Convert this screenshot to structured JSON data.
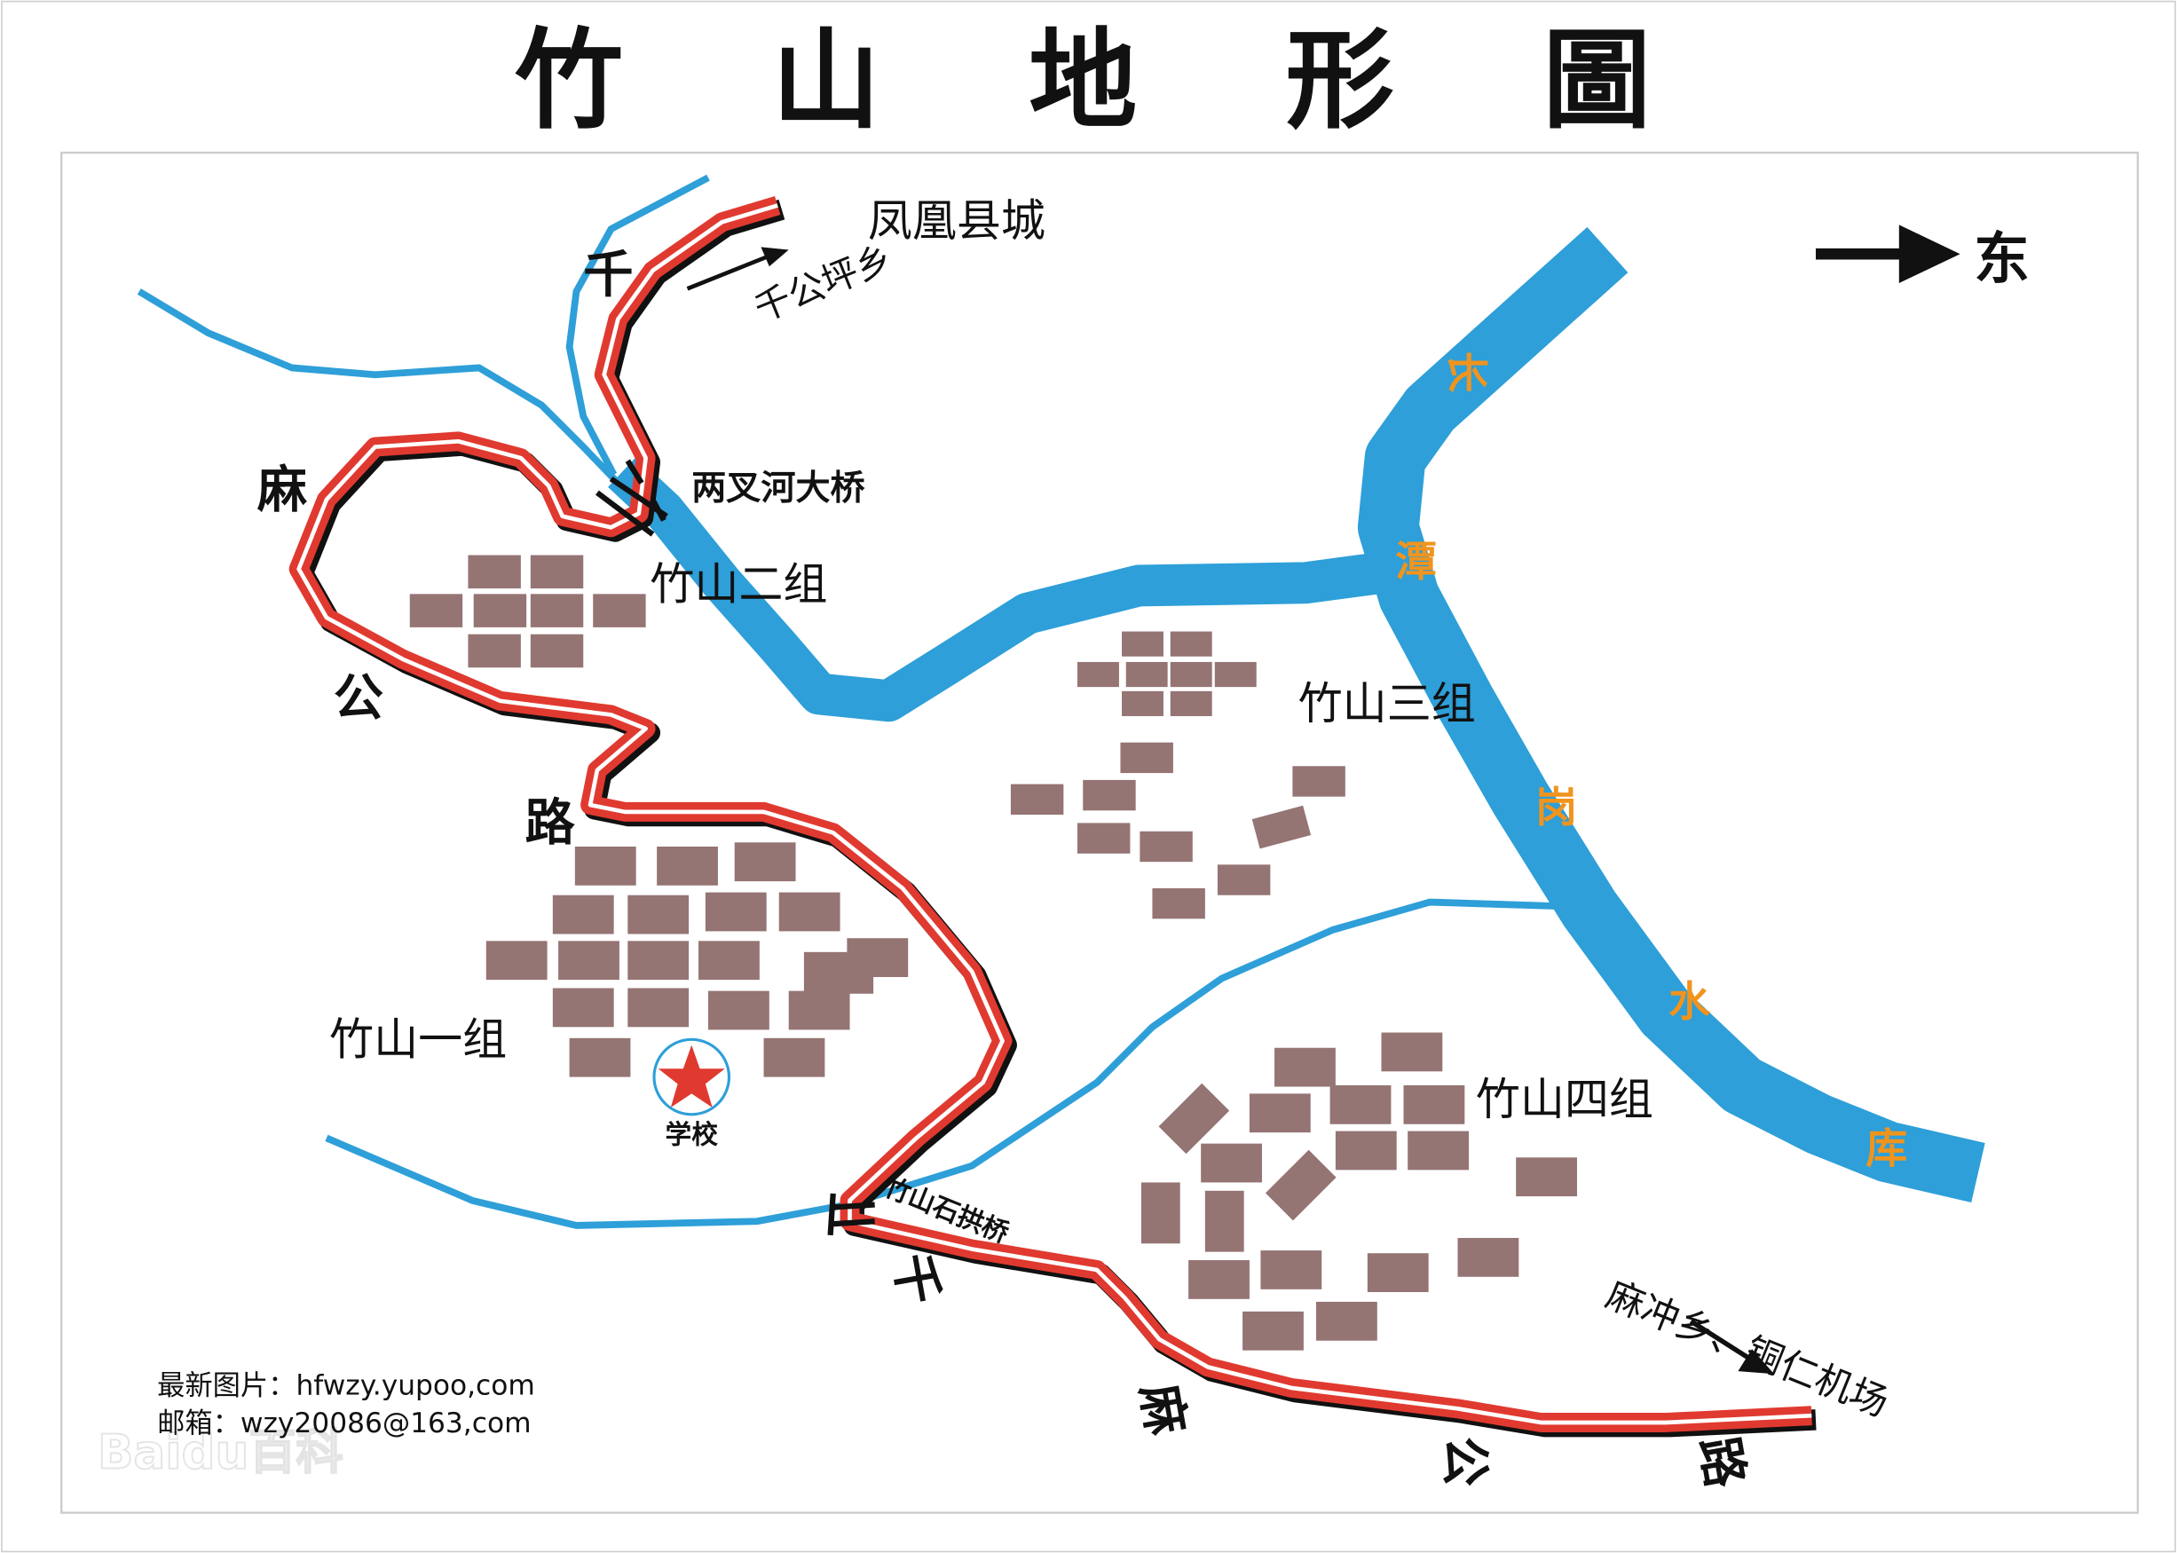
{
  "title": "竹 山 地 形 圖",
  "compass": {
    "label": "东",
    "icon": "arrow-right-icon"
  },
  "places": {
    "county_town": "凤凰县城",
    "qiangongping": "千公坪乡",
    "bridge_liangcha": "两叉河大桥",
    "group2": "竹山二组",
    "group3": "竹山三组",
    "group1": "竹山一组",
    "group4": "竹山四组",
    "school": "学校",
    "bridge_stone": "竹山石拱桥",
    "machong": "麻冲乡、铜仁机场"
  },
  "road_upper": [
    "千",
    "麻",
    "公",
    "路"
  ],
  "road_lower": [
    "千",
    "麻",
    "公",
    "路"
  ],
  "reservoir": [
    "长",
    "潭",
    "岗",
    "水",
    "库"
  ],
  "footer": {
    "line1": "最新图片：hfwzy.yupoo,com",
    "line2": "邮箱：wzy20086@163,com"
  },
  "watermark": "Baidu百科",
  "colors": {
    "river": "#2e9fd8",
    "road": "#e03a30",
    "house": "#957474",
    "label_orange": "#f0941e",
    "school_star": "#e03a30"
  }
}
